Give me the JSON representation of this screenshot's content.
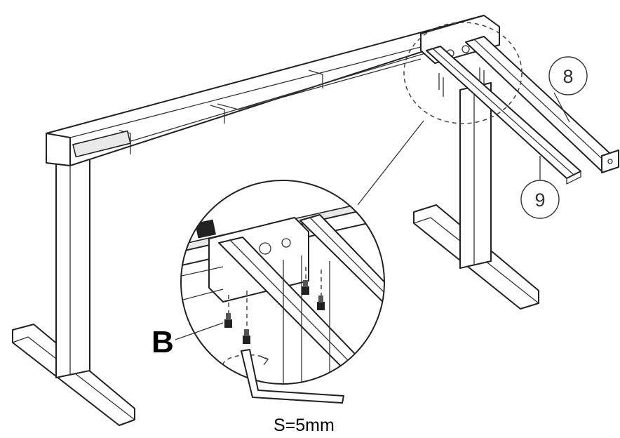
{
  "labels": {
    "part_8": "8",
    "part_9": "9",
    "screw_b": "B",
    "wrench_size": "S=5mm"
  }
}
